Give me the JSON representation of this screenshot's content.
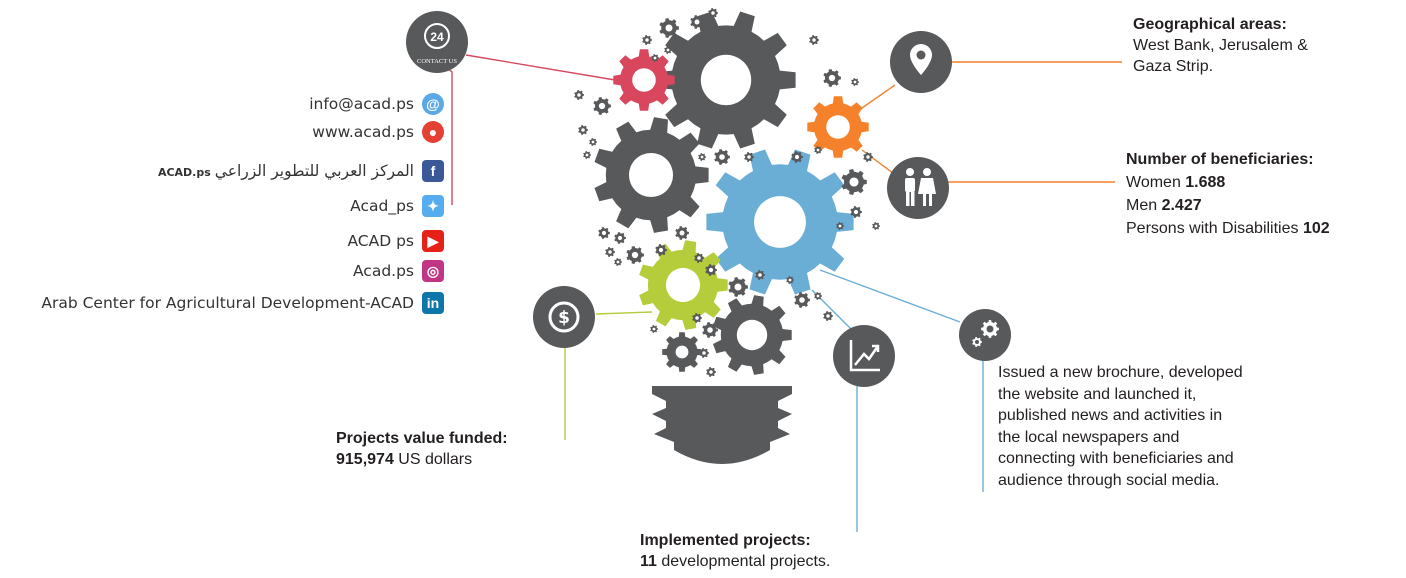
{
  "contact_badge": {
    "number": "24",
    "label": "CONTACT US"
  },
  "contacts": [
    {
      "text": "info@acad.ps",
      "icon": "email-icon",
      "color": "#5aa9e6"
    },
    {
      "text": "www.acad.ps",
      "icon": "chrome-icon",
      "color": "#e34133"
    },
    {
      "text": "المركز العربي للتطوير الزراعي",
      "suffix": "ACAD.ps",
      "icon": "facebook-icon",
      "color": "#3b5998"
    },
    {
      "text": "Acad_ps",
      "icon": "twitter-icon",
      "color": "#55acee"
    },
    {
      "text": "ACAD ps",
      "icon": "youtube-icon",
      "color": "#e62117"
    },
    {
      "text": "Acad.ps",
      "icon": "instagram-icon",
      "color": "#c13584"
    },
    {
      "text": "Arab Center for Agricultural Development-ACAD",
      "icon": "linkedin-icon",
      "color": "#0e76a8"
    }
  ],
  "geo": {
    "title": "Geographical areas:",
    "lines": [
      "West Bank, Jerusalem &",
      "Gaza Strip."
    ]
  },
  "beneficiaries": {
    "title": "Number of beneficiaries:",
    "rows": [
      {
        "label": "Women ",
        "value": "1.688"
      },
      {
        "label": "Men ",
        "value": "2.427"
      },
      {
        "label": "Persons with Disabilities ",
        "value": "102"
      }
    ]
  },
  "media": {
    "lines": [
      "Issued a new brochure, developed",
      "the website and launched it,",
      "published news and activities in",
      "the local newspapers and",
      "connecting with beneficiaries and",
      "audience through social media."
    ]
  },
  "funded": {
    "title": "Projects value funded:",
    "value": "915,974",
    "unit": " US dollars"
  },
  "implemented": {
    "title": "Implemented projects:",
    "value": "11",
    "unit": " developmental projects."
  },
  "colors": {
    "gray": "#58595b",
    "red": "#d9475f",
    "orange": "#f5822a",
    "blue": "#6aaed6",
    "green": "#b5cc3b"
  }
}
